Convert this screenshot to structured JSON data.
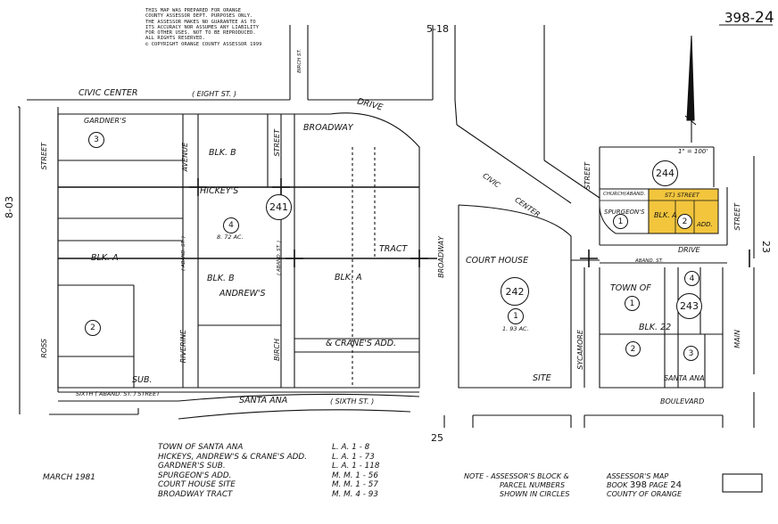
{
  "disclaimer": {
    "lines": [
      "THIS MAP WAS PREPARED FOR ORANGE",
      "COUNTY ASSESSOR DEPT. PURPOSES ONLY.",
      "THE ASSESSOR MAKES NO GUARANTEE AS TO",
      "ITS ACCURACY NOR ASSUMES ANY LIABILITY",
      "FOR OTHER USES.  NOT TO BE REPRODUCED.",
      "ALL RIGHTS RESERVED.",
      "© COPYRIGHT ORANGE COUNTY ASSESSOR 1999"
    ]
  },
  "map_ref": {
    "prefix": "398-",
    "number": "24"
  },
  "adjacent_maps": {
    "top": "5-18",
    "bottom": "25",
    "left": "8-03",
    "right": "23"
  },
  "scale": "1\" = 100'",
  "streets": {
    "civic_center": "CIVIC    CENTER",
    "eight_st": "( EIGHT  ST. )",
    "drive": "DRIVE",
    "civic_center_diag": "CIVIC",
    "center_diag": "CENTER",
    "broadway": "BROADWAY",
    "birch": "BIRCH",
    "birch_st": "BIRCH ST.",
    "ross": "ROSS",
    "street_left": "STREET",
    "riverine": "RIVERINE",
    "avenue": "AVENUE",
    "aband_st": "( ABAND.  ST. )",
    "birch_aband": "( ABAND.  ST. )",
    "sixth_st": "SIXTH  ( ABAND.  ST. )    STREET",
    "santa_ana": "SANTA  ANA",
    "sixth_st2": "( SIXTH   ST. )",
    "boulevard": "BOULEVARD",
    "sycamore": "SYCAMORE",
    "main": "MAIN",
    "street_right": "STREET",
    "street_sycamore": "STREET",
    "church_aband": "CHURCH(ABAND.",
    "st_street": "ST.)   STREET",
    "drive2": "DRIVE",
    "aband_st2": "ABAND.  ST.",
    "santa_ana2": "SANTA  ANA",
    "street_birch": "STREET"
  },
  "tracts": {
    "gardners": "GARDNER'S",
    "gardners_sub": "SUB.",
    "blk_a_left": "BLK. A",
    "hickeys": "HICKEY'S",
    "blk_b_top": "BLK. B",
    "blk_b_mid": "BLK. B",
    "andrews": "ANDREW'S",
    "broadway_tract": "BROADWAY",
    "tract": "TRACT",
    "blk_a_right": "BLK. A",
    "cranes_add": "& CRANE'S ADD.",
    "court_house": "COURT HOUSE",
    "site": "SITE",
    "town_of": "TOWN OF",
    "blk_22": "BLK. 22",
    "spurgeons": "SPURGEON'S",
    "blk_a_small": "BLK. A",
    "add": "ADD."
  },
  "parcels": {
    "p3": "3",
    "p2": "2",
    "p4": "4",
    "p241": "241",
    "p242": "242",
    "p1": "1",
    "acres_court": "1. 93 AC.",
    "acres_4": "8. 72 AC.",
    "p244": "244",
    "p1b": "1",
    "p2b": "2",
    "p243": "243",
    "p4b": "4",
    "p1c": "1",
    "p2c": "2",
    "p3c": "3"
  },
  "legend": [
    {
      "name": "TOWN  OF  SANTA  ANA",
      "ref": "L. A.  1 - 8"
    },
    {
      "name": "HICKEYS, ANDREW'S & CRANE'S  ADD.",
      "ref": "L. A.  1 - 73"
    },
    {
      "name": "GARDNER'S  SUB.",
      "ref": "L. A.  1 - 118"
    },
    {
      "name": "SPURGEON'S  ADD.",
      "ref": "M. M.  1 - 56"
    },
    {
      "name": "COURT  HOUSE  SITE",
      "ref": "M. M.  1 - 57"
    },
    {
      "name": "BROADWAY  TRACT",
      "ref": "M. M.  4 - 93"
    }
  ],
  "date": "MARCH  1981",
  "note": {
    "line1": "NOTE  -  ASSESSOR'S  BLOCK  &",
    "line2": "PARCEL  NUMBERS",
    "line3": "SHOWN  IN  CIRCLES"
  },
  "book": {
    "line1": "ASSESSOR'S  MAP",
    "line2_prefix": "BOOK",
    "book_no": "398",
    "page_label": "PAGE",
    "page_no": "24",
    "line3": "COUNTY  OF  ORANGE"
  },
  "colors": {
    "highlight": "#f2c53d",
    "ink": "#111111"
  }
}
